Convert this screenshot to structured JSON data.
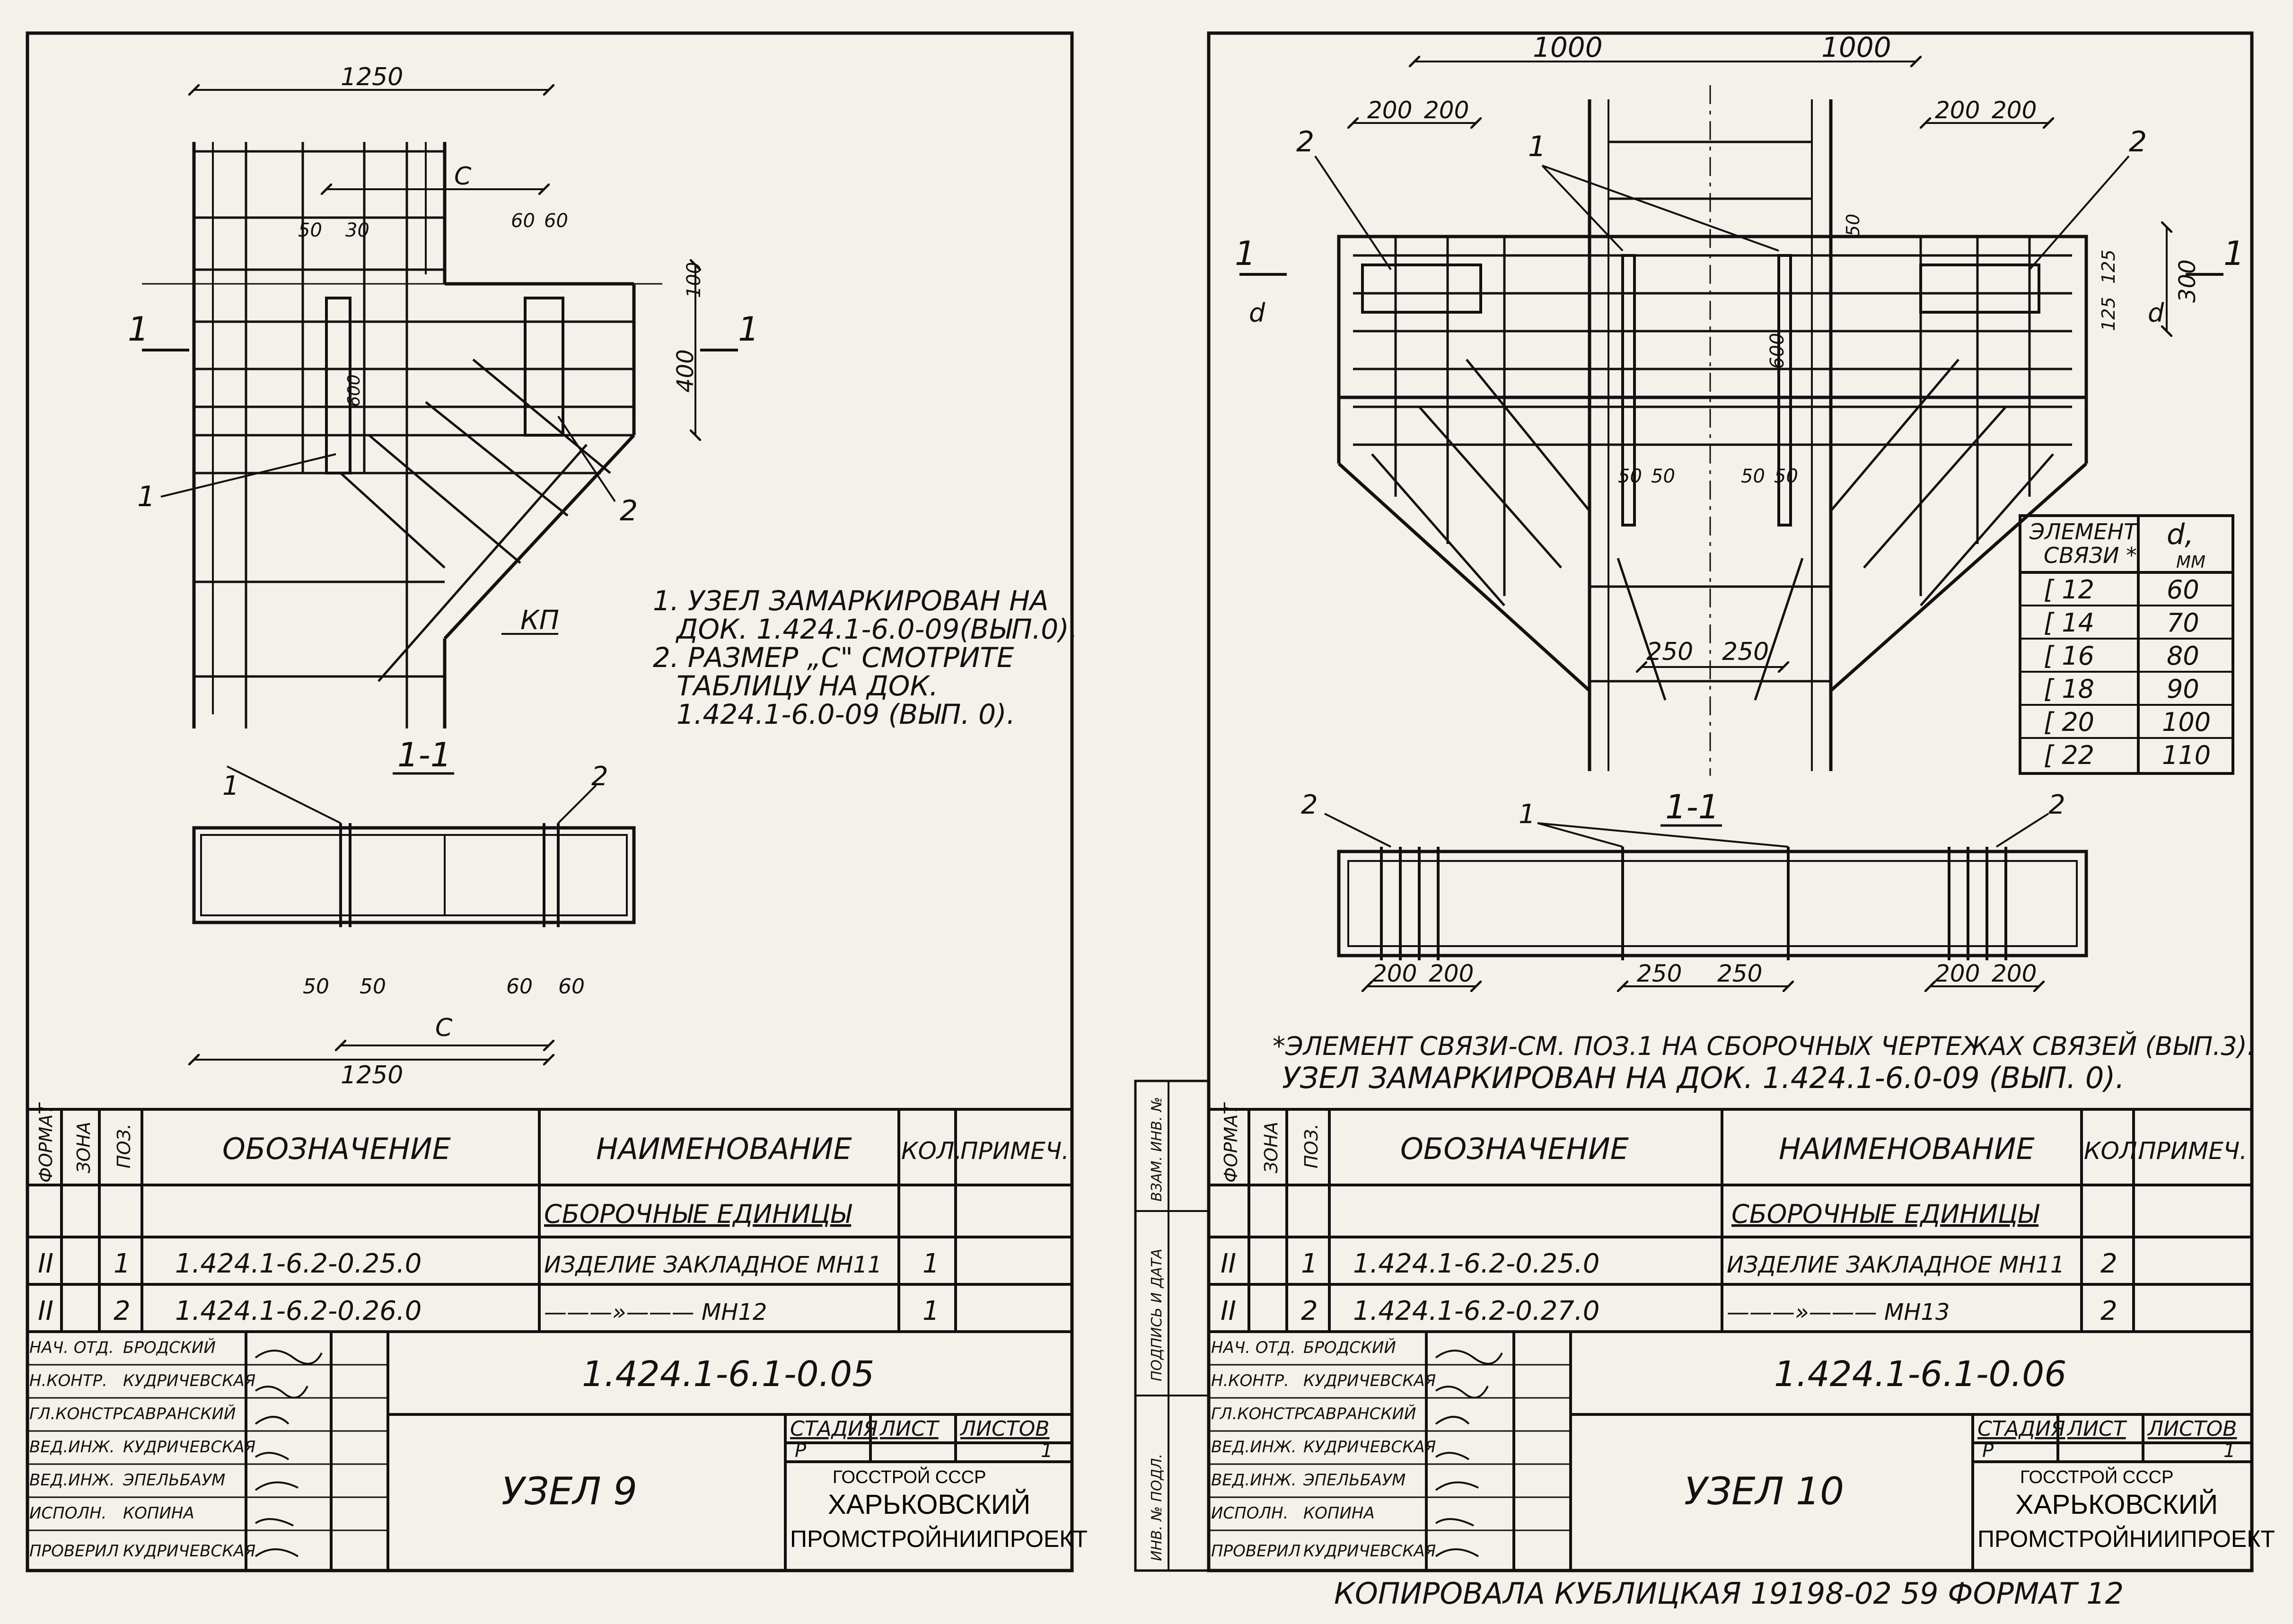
{
  "sheet_left": {
    "dims": {
      "top": "1250",
      "c": "C",
      "d50": "50",
      "d30": "30",
      "d60a": "60",
      "d60b": "60",
      "d100": "100",
      "d400": "400",
      "d600": "600",
      "sec_50a": "50",
      "sec_50b": "50",
      "sec_60a": "60",
      "sec_60b": "60",
      "sec_c": "C",
      "sec_1250": "1250"
    },
    "section_marks": {
      "left": "1",
      "right": "1",
      "title": "1-1"
    },
    "callouts": {
      "p1": "1",
      "p2": "2",
      "kp": "КП",
      "s1": "1",
      "s2": "2"
    },
    "notes": [
      "1. УЗЕЛ ЗАМАРКИРОВАН НА",
      "ДОК. 1.424.1-6.0-09(ВЫП.0).",
      "2. РАЗМЕР „С\" СМОТРИТЕ",
      "ТАБЛИЦУ НА ДОК.",
      "1.424.1-6.0-09 (ВЫП. 0)."
    ],
    "spec": {
      "headers": {
        "format": "ФОРМАТ",
        "zone": "ЗОНА",
        "pos": "ПОЗ.",
        "designation": "ОБОЗНАЧЕНИЕ",
        "name": "НАИМЕНОВАНИЕ",
        "qty": "КОЛ.",
        "note": "ПРИМЕЧ."
      },
      "group": "СБОРОЧНЫЕ ЕДИНИЦЫ",
      "rows": [
        {
          "format": "II",
          "pos": "1",
          "designation": "1.424.1-6.2-0.25.0",
          "name": "ИЗДЕЛИЕ ЗАКЛАДНОЕ МН11",
          "qty": "1"
        },
        {
          "format": "II",
          "pos": "2",
          "designation": "1.424.1-6.2-0.26.0",
          "name": "———»——— МН12",
          "qty": "1"
        }
      ]
    },
    "title_block": {
      "code": "1.424.1-6.1-0.05",
      "title": "УЗЕЛ 9",
      "roles": [
        "НАЧ. ОТД.",
        "Н.КОНТР.",
        "ГЛ.КОНСТР.",
        "ВЕД.ИНЖ.",
        "ВЕД.ИНЖ.",
        "ИСПОЛН.",
        "ПРОВЕРИЛ"
      ],
      "names": [
        "БРОДСКИЙ",
        "КУДРИЧЕВСКАЯ",
        "САВРАНСКИЙ",
        "КУДРИЧЕВСКАЯ",
        "ЭПЕЛЬБАУМ",
        "КОПИНА",
        "КУДРИЧЕВСКАЯ"
      ],
      "stage_label": "СТАДИЯ",
      "sheet_label": "ЛИСТ",
      "sheets_label": "ЛИСТОВ",
      "stage": "Р",
      "sheet": "",
      "sheets": "1",
      "org1": "ГОССТРОЙ СССР",
      "org2": "ХАРЬКОВСКИЙ",
      "org3": "ПРОМСТРОЙНИИПРОЕКТ"
    }
  },
  "sheet_right": {
    "dims": {
      "top1": "1000",
      "top2": "1000",
      "a200": "200",
      "b200": "200",
      "c200": "200",
      "e200": "200",
      "d50": "50",
      "d125a": "125",
      "d125b": "125",
      "d300": "300",
      "d600": "600",
      "d": "d",
      "d2": "d",
      "m50a": "50",
      "m50b": "50",
      "m50c": "50",
      "m50d": "50",
      "w250a": "250",
      "w250b": "250",
      "s200a": "200",
      "s200b": "200",
      "s250a": "250",
      "s250b": "250",
      "s200c": "200",
      "s200d": "200"
    },
    "section_marks": {
      "left": "1",
      "right": "1",
      "title": "1-1"
    },
    "callouts": {
      "p1": "1",
      "p2a": "2",
      "p2b": "2",
      "s1": "1",
      "s2a": "2",
      "s2b": "2"
    },
    "link_table": {
      "header1": "ЭЛЕМЕНТ",
      "header2": "СВЯЗИ *",
      "header_d": "d,",
      "header_mm": "ММ",
      "rows": [
        {
          "element": "[ 12",
          "d": "60"
        },
        {
          "element": "[ 14",
          "d": "70"
        },
        {
          "element": "[ 16",
          "d": "80"
        },
        {
          "element": "[ 18",
          "d": "90"
        },
        {
          "element": "[ 20",
          "d": "100"
        },
        {
          "element": "[ 22",
          "d": "110"
        }
      ]
    },
    "notes": [
      "*ЭЛЕМЕНТ СВЯЗИ-СМ. ПОЗ.1 НА СБОРОЧНЫХ ЧЕРТЕЖАХ СВЯЗЕЙ (ВЫП.3).",
      "УЗЕЛ ЗАМАРКИРОВАН НА ДОК. 1.424.1-6.0-09 (ВЫП. 0)."
    ],
    "side_stamps": [
      "ВЗАМ. ИНВ. №",
      "ПОДПИСЬ И ДАТА",
      "ИНВ. № ПОДЛ."
    ],
    "spec": {
      "headers": {
        "format": "ФОРМАТ",
        "zone": "ЗОНА",
        "pos": "ПОЗ.",
        "designation": "ОБОЗНАЧЕНИЕ",
        "name": "НАИМЕНОВАНИЕ",
        "qty": "КОЛ.",
        "note": "ПРИМЕЧ."
      },
      "group": "СБОРОЧНЫЕ ЕДИНИЦЫ",
      "rows": [
        {
          "format": "II",
          "pos": "1",
          "designation": "1.424.1-6.2-0.25.0",
          "name": "ИЗДЕЛИЕ ЗАКЛАДНОЕ МН11",
          "qty": "2"
        },
        {
          "format": "II",
          "pos": "2",
          "designation": "1.424.1-6.2-0.27.0",
          "name": "———»——— МН13",
          "qty": "2"
        }
      ]
    },
    "title_block": {
      "code": "1.424.1-6.1-0.06",
      "title": "УЗЕЛ 10",
      "roles": [
        "НАЧ. ОТД.",
        "Н.КОНТР.",
        "ГЛ.КОНСТР.",
        "ВЕД.ИНЖ.",
        "ВЕД.ИНЖ.",
        "ИСПОЛН.",
        "ПРОВЕРИЛ"
      ],
      "names": [
        "БРОДСКИЙ",
        "КУДРИЧЕВСКАЯ",
        "САВРАНСКИЙ",
        "КУДРИЧЕВСКАЯ",
        "ЭПЕЛЬБАУМ",
        "КОПИНА",
        "КУДРИЧЕВСКАЯ"
      ],
      "stage_label": "СТАДИЯ",
      "sheet_label": "ЛИСТ",
      "sheets_label": "ЛИСТОВ",
      "stage": "Р",
      "sheet": "",
      "sheets": "1",
      "org1": "ГОССТРОЙ СССР",
      "org2": "ХАРЬКОВСКИЙ",
      "org3": "ПРОМСТРОЙНИИПРОЕКТ"
    }
  },
  "footer": "КОПИРОВАЛА КУБЛИЦКАЯ 19198-02 59 ФОРМАТ 12"
}
